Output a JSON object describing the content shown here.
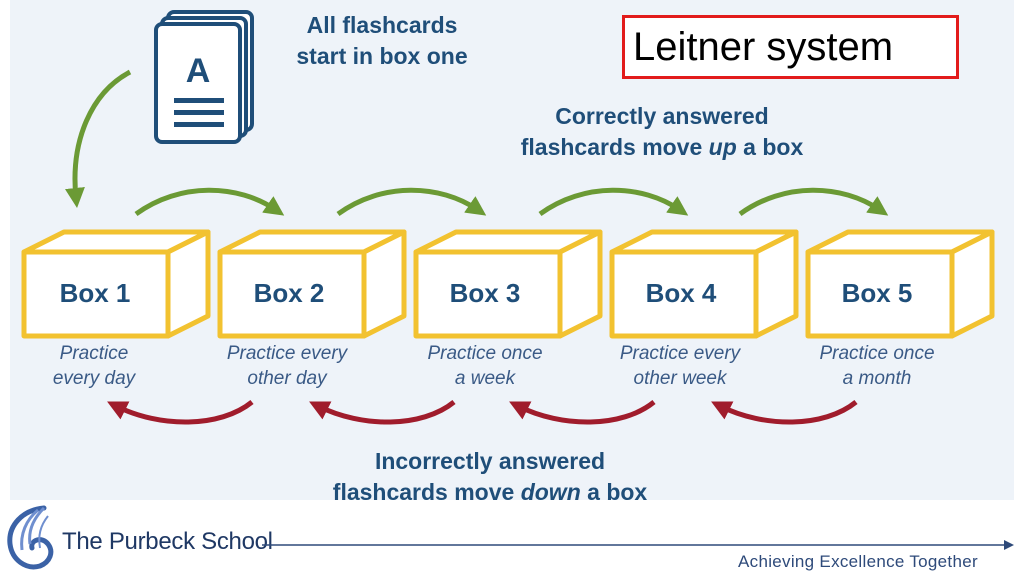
{
  "title": "Leitner system",
  "intro_line_1": "All flashcards",
  "intro_line_2": "start in box one",
  "flashcard_letter": "A",
  "correct_line_1": "Correctly answered",
  "correct_line_2_pre": "flashcards move ",
  "correct_line_2_em": "up",
  "correct_line_2_post": " a box",
  "incorrect_line_1": "Incorrectly answered",
  "incorrect_line_2_pre": "flashcards move ",
  "incorrect_line_2_em": "down",
  "incorrect_line_2_post": " a box",
  "boxes": [
    {
      "label": "Box 1",
      "practice_1": "Practice",
      "practice_2": "every day"
    },
    {
      "label": "Box 2",
      "practice_1": "Practice every",
      "practice_2": "other day"
    },
    {
      "label": "Box 3",
      "practice_1": "Practice once",
      "practice_2": "a week"
    },
    {
      "label": "Box 4",
      "practice_1": "Practice every",
      "practice_2": "other week"
    },
    {
      "label": "Box 5",
      "practice_1": "Practice once",
      "practice_2": "a month"
    }
  ],
  "footer": {
    "school_name": "The Purbeck School",
    "motto": "Achieving Excellence Together",
    "logo_icon": "shell-logo-icon"
  },
  "colors": {
    "box_outline": "#f2c230",
    "text_navy": "#1f4e79",
    "arrow_up": "#6b9a35",
    "arrow_down": "#a01c2c",
    "title_border": "#e21b1b"
  }
}
